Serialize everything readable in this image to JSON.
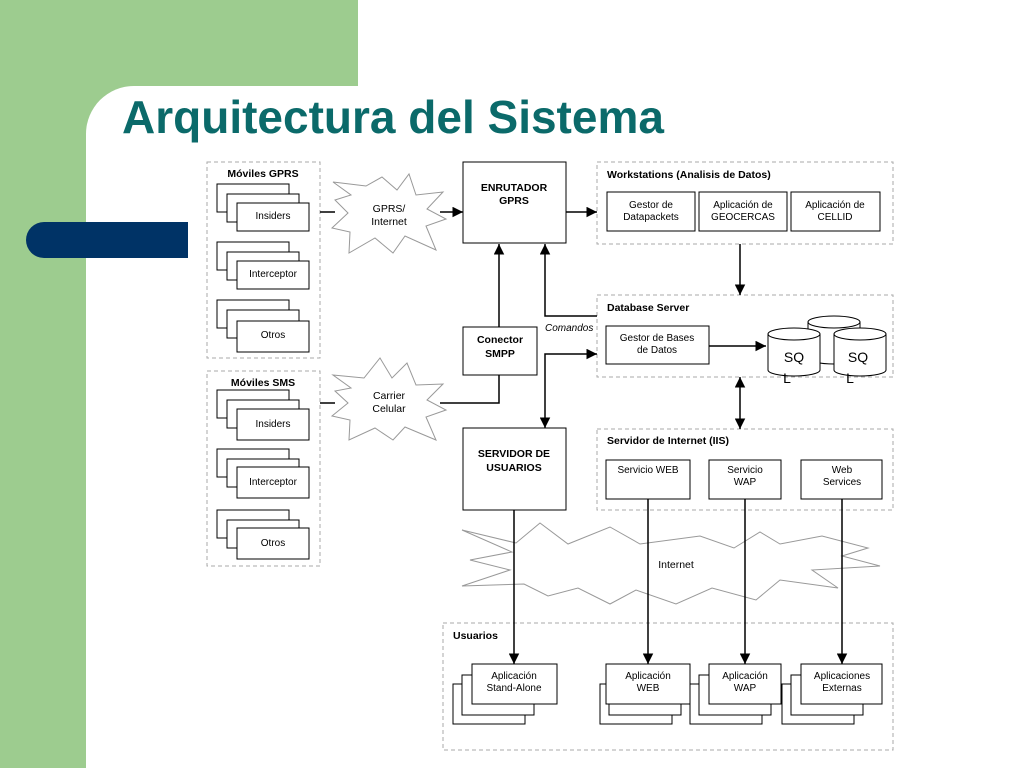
{
  "title": "Arquitectura del Sistema",
  "colors": {
    "green": "#9dcc8f",
    "navy": "#003366",
    "title": "#0b6a6a",
    "dashed_border": "#aaaaaa"
  },
  "moviles_gprs": {
    "title": "Móviles GPRS",
    "items": [
      "Insiders",
      "Interceptor",
      "Otros"
    ]
  },
  "moviles_sms": {
    "title": "Móviles SMS",
    "items": [
      "Insiders",
      "Interceptor",
      "Otros"
    ]
  },
  "clouds": {
    "gprs": [
      "GPRS/",
      "Internet"
    ],
    "carrier": [
      "Carrier",
      "Celular"
    ],
    "internet": "Internet"
  },
  "enrutador": [
    "ENRUTADOR",
    "GPRS"
  ],
  "conector": [
    "Conector",
    "SMPP"
  ],
  "servidor_usuarios": [
    "SERVIDOR DE",
    "USUARIOS"
  ],
  "comandos": "Comandos",
  "workstations": {
    "title": "Workstations (Analisis de Datos)",
    "items": [
      [
        "Gestor de",
        "Datapackets"
      ],
      [
        "Aplicación de",
        "GEOCERCAS"
      ],
      [
        "Aplicación de",
        "CELLID"
      ]
    ]
  },
  "database_server": {
    "title": "Database Server",
    "gestor": [
      "Gestor de Bases",
      "de Datos"
    ],
    "sql": [
      "SQ",
      "L"
    ]
  },
  "servidor_internet": {
    "title": "Servidor de Internet (IIS)",
    "items": [
      [
        "Servicio WEB"
      ],
      [
        "Servicio",
        "WAP"
      ],
      [
        "Web",
        "Services"
      ]
    ]
  },
  "usuarios": {
    "title": "Usuarios",
    "items": [
      [
        "Aplicación",
        "Stand-Alone"
      ],
      [
        "Aplicación",
        "WEB"
      ],
      [
        "Aplicación",
        "WAP"
      ],
      [
        "Aplicaciones",
        "Externas"
      ]
    ]
  }
}
